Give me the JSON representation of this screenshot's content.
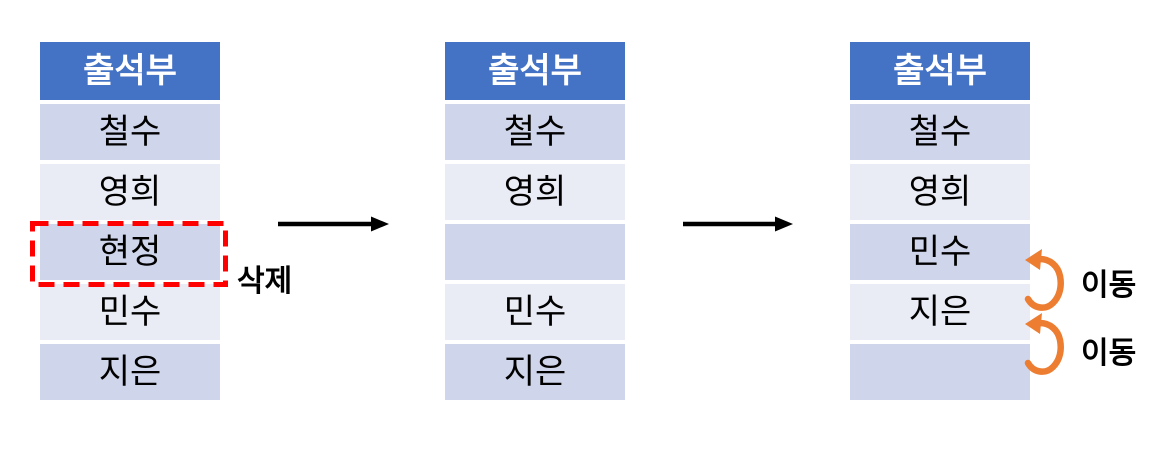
{
  "colors": {
    "header_bg": "#4472C4",
    "header_text": "#FFFFFF",
    "row_dark": "#CFD5EA",
    "row_light": "#E9EBF5",
    "delete_outline": "#FF0000",
    "flow_arrow": "#000000",
    "move_arrow": "#ED7D31",
    "label_text": "#000000"
  },
  "icons": {
    "flow_arrow": "right-arrow",
    "move_arrow": "curved-up-arrow",
    "delete_marker": "red-dashed-rectangle"
  },
  "tables": [
    {
      "id": "before-delete",
      "header": "출석부",
      "rows": [
        "철수",
        "영희",
        "현정",
        "민수",
        "지은"
      ],
      "deleted_row_index": 2
    },
    {
      "id": "after-delete",
      "header": "출석부",
      "rows": [
        "철수",
        "영희",
        "",
        "민수",
        "지은"
      ]
    },
    {
      "id": "after-move",
      "header": "출석부",
      "rows": [
        "철수",
        "영희",
        "민수",
        "지은",
        ""
      ]
    }
  ],
  "labels": {
    "delete": "삭제",
    "move_1": "이동",
    "move_2": "이동"
  }
}
